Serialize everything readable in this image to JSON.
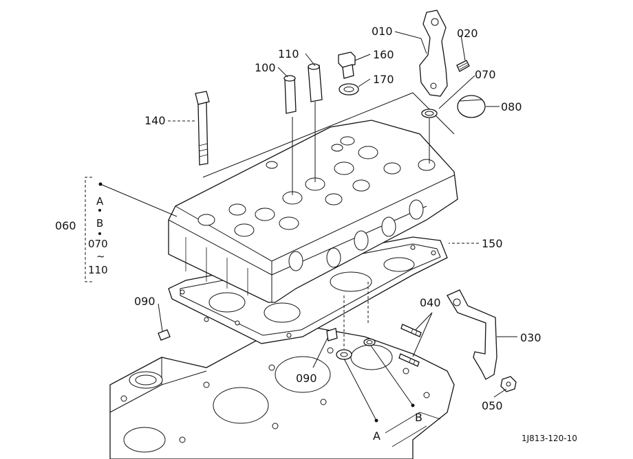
{
  "labels": {
    "p010": "010",
    "p020": "020",
    "p070": "070",
    "p080": "080",
    "p110": "110",
    "p100": "100",
    "p160": "160",
    "p170": "170",
    "p140": "140",
    "p060": "060",
    "p150": "150",
    "p090a": "090",
    "p090b": "090",
    "p040": "040",
    "p030": "030",
    "p050": "050",
    "refA": "A",
    "refB": "B"
  },
  "kit_list": {
    "a": "A",
    "b": "B",
    "c": "070",
    "tilde": "~",
    "d": "110"
  },
  "diagram_code": "1J813-120-10"
}
